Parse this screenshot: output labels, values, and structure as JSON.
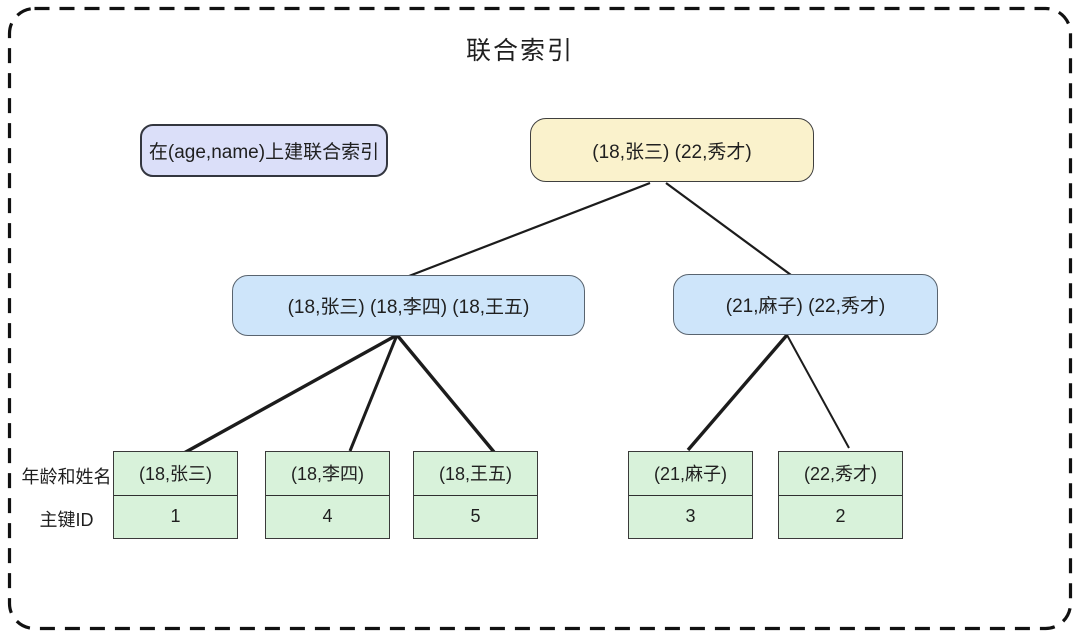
{
  "title": "联合索引",
  "annotation": "在(age,name)上建联合索引",
  "tree": {
    "root": {
      "label": "(18,张三) (22,秀才)"
    },
    "internal": [
      {
        "label": "(18,张三) (18,李四) (18,王五)"
      },
      {
        "label": "(21,麻子) (22,秀才)"
      }
    ],
    "leaves": [
      {
        "pair": "(18,张三)",
        "id": "1"
      },
      {
        "pair": "(18,李四)",
        "id": "4"
      },
      {
        "pair": "(18,王五)",
        "id": "5"
      },
      {
        "pair": "(21,麻子)",
        "id": "3"
      },
      {
        "pair": "(22,秀才)",
        "id": "2"
      }
    ]
  },
  "row_labels": {
    "pair": "年龄和姓名",
    "id": "主键ID"
  },
  "colors": {
    "root_fill": "#faf2cc",
    "internal_fill": "#cee5fa",
    "leaf_fill": "#d8f2da",
    "annotation_fill": "#dbdff9",
    "line_color": "#1c1c1c",
    "text_color": "#1f1f1f"
  }
}
